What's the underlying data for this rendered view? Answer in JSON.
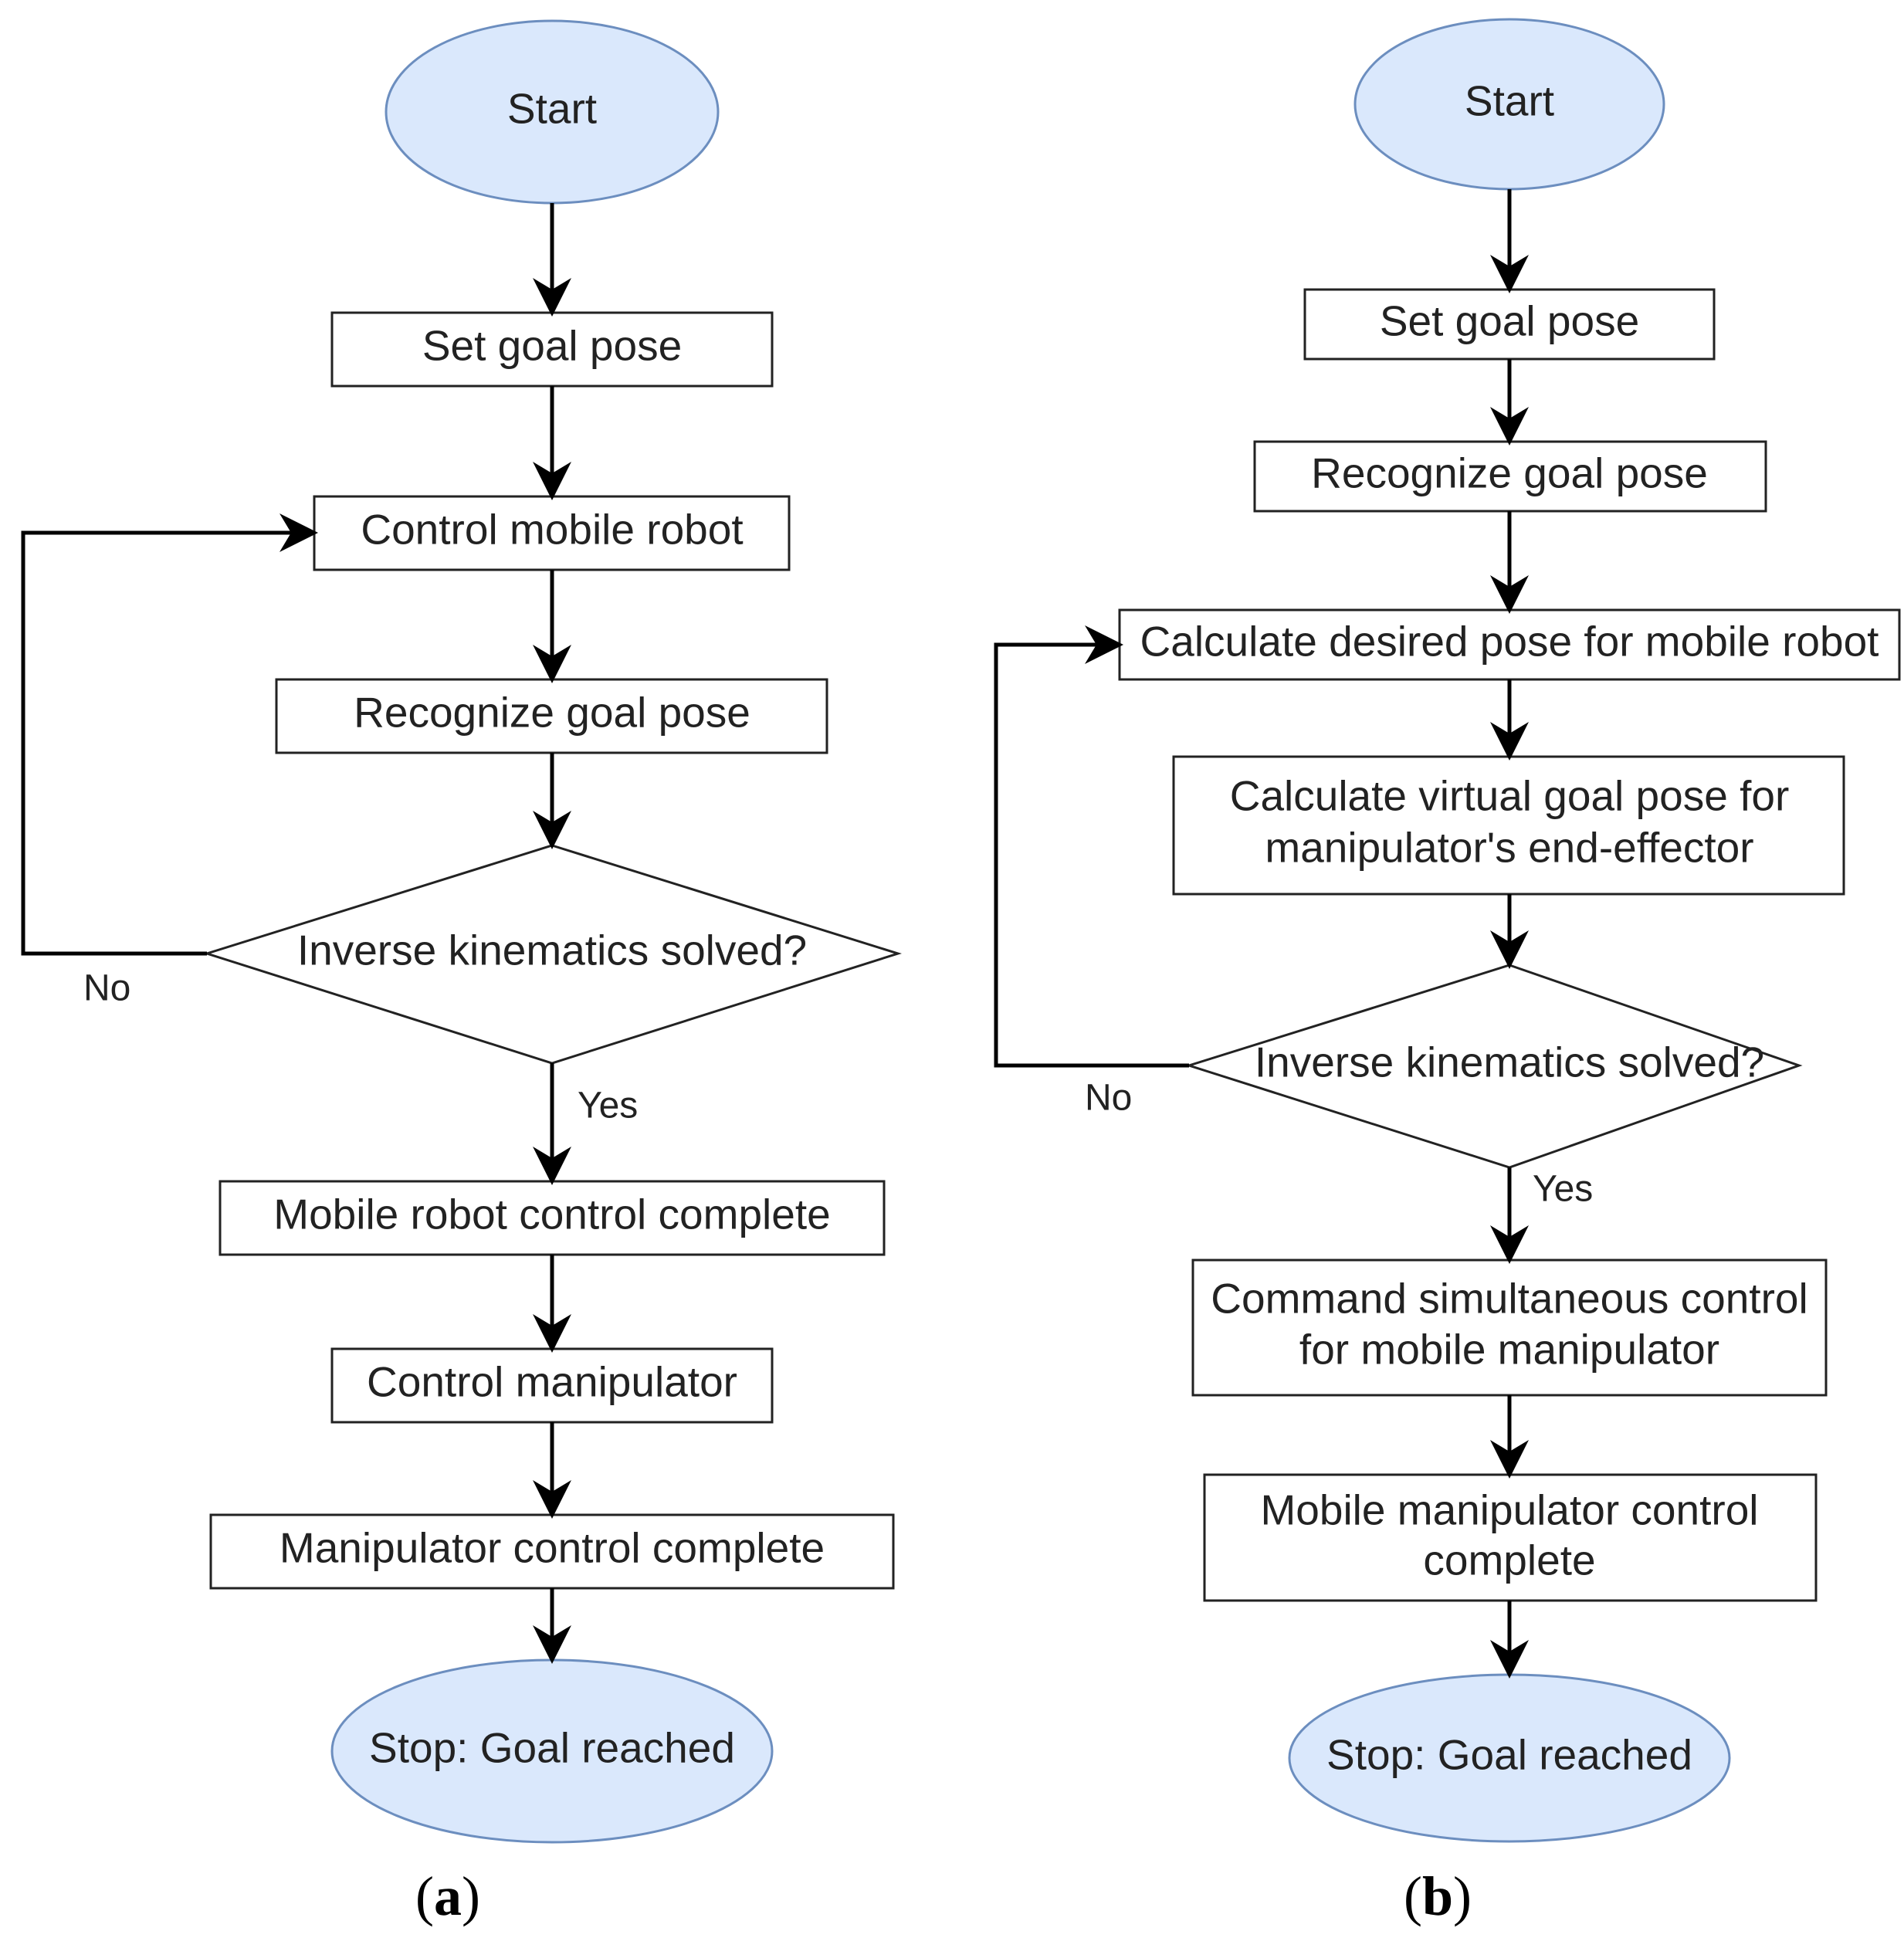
{
  "colors": {
    "terminal_fill": "#dae8fc",
    "terminal_stroke": "#6c8ebf",
    "box_stroke": "#222222",
    "arrow": "#000000"
  },
  "flowchart_a": {
    "caption_letter": "a",
    "start": "Start",
    "set_goal": "Set goal pose",
    "control_mobile": "Control mobile robot",
    "recognize_goal": "Recognize goal pose",
    "decision": "Inverse kinematics solved?",
    "no_label": "No",
    "yes_label": "Yes",
    "mobile_complete": "Mobile robot control complete",
    "control_manipulator": "Control manipulator",
    "manipulator_complete": "Manipulator control complete",
    "stop": "Stop: Goal reached"
  },
  "flowchart_b": {
    "caption_letter": "b",
    "start": "Start",
    "set_goal": "Set goal pose",
    "recognize_goal": "Recognize goal pose",
    "calc_desired": "Calculate desired pose for mobile robot",
    "calc_virtual_line1": "Calculate virtual goal pose for",
    "calc_virtual_line2": "manipulator's end-effector",
    "decision": "Inverse kinematics solved?",
    "no_label": "No",
    "yes_label": "Yes",
    "command_line1": "Command simultaneous control",
    "command_line2": "for mobile manipulator",
    "mm_complete_line1": "Mobile manipulator control",
    "mm_complete_line2": "complete",
    "stop": "Stop: Goal reached"
  }
}
